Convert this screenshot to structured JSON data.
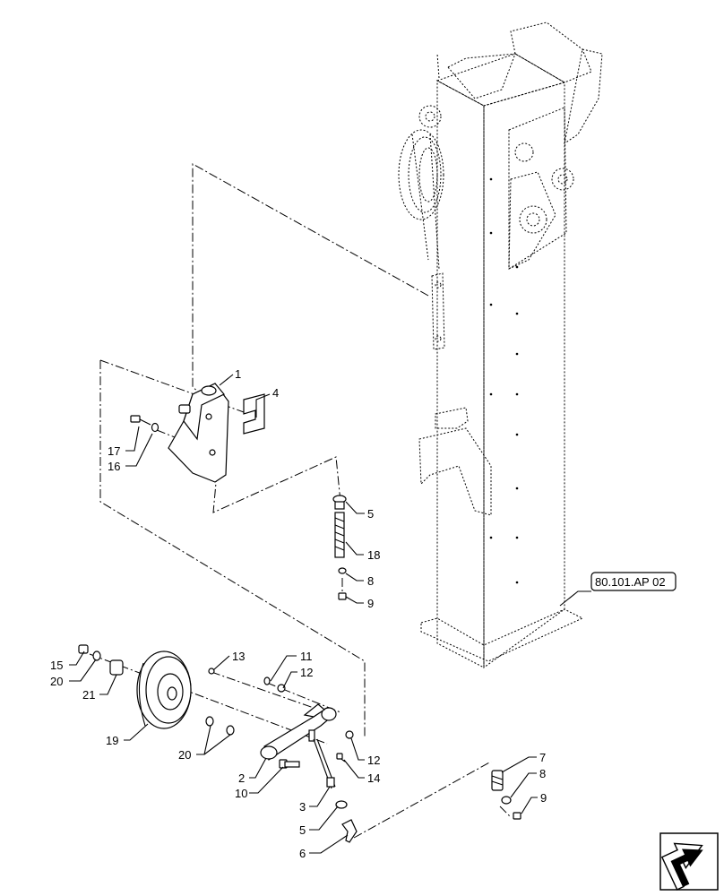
{
  "reference_box": {
    "text": "80.101.AP 02"
  },
  "callouts": [
    {
      "id": "c1",
      "text": "1"
    },
    {
      "id": "c4",
      "text": "4"
    },
    {
      "id": "c17",
      "text": "17"
    },
    {
      "id": "c16",
      "text": "16"
    },
    {
      "id": "c5a",
      "text": "5"
    },
    {
      "id": "c18",
      "text": "18"
    },
    {
      "id": "c8a",
      "text": "8"
    },
    {
      "id": "c9a",
      "text": "9"
    },
    {
      "id": "c15",
      "text": "15"
    },
    {
      "id": "c20a",
      "text": "20"
    },
    {
      "id": "c21",
      "text": "21"
    },
    {
      "id": "c19",
      "text": "19"
    },
    {
      "id": "c13",
      "text": "13"
    },
    {
      "id": "c11",
      "text": "11"
    },
    {
      "id": "c12a",
      "text": "12"
    },
    {
      "id": "c20b",
      "text": "20"
    },
    {
      "id": "c12b",
      "text": "12"
    },
    {
      "id": "c14",
      "text": "14"
    },
    {
      "id": "c2",
      "text": "2"
    },
    {
      "id": "c10",
      "text": "10"
    },
    {
      "id": "c3",
      "text": "3"
    },
    {
      "id": "c5b",
      "text": "5"
    },
    {
      "id": "c6",
      "text": "6"
    },
    {
      "id": "c7",
      "text": "7"
    },
    {
      "id": "c8b",
      "text": "8"
    },
    {
      "id": "c9b",
      "text": "9"
    }
  ],
  "nav_icon": "next-page-arrow-icon"
}
